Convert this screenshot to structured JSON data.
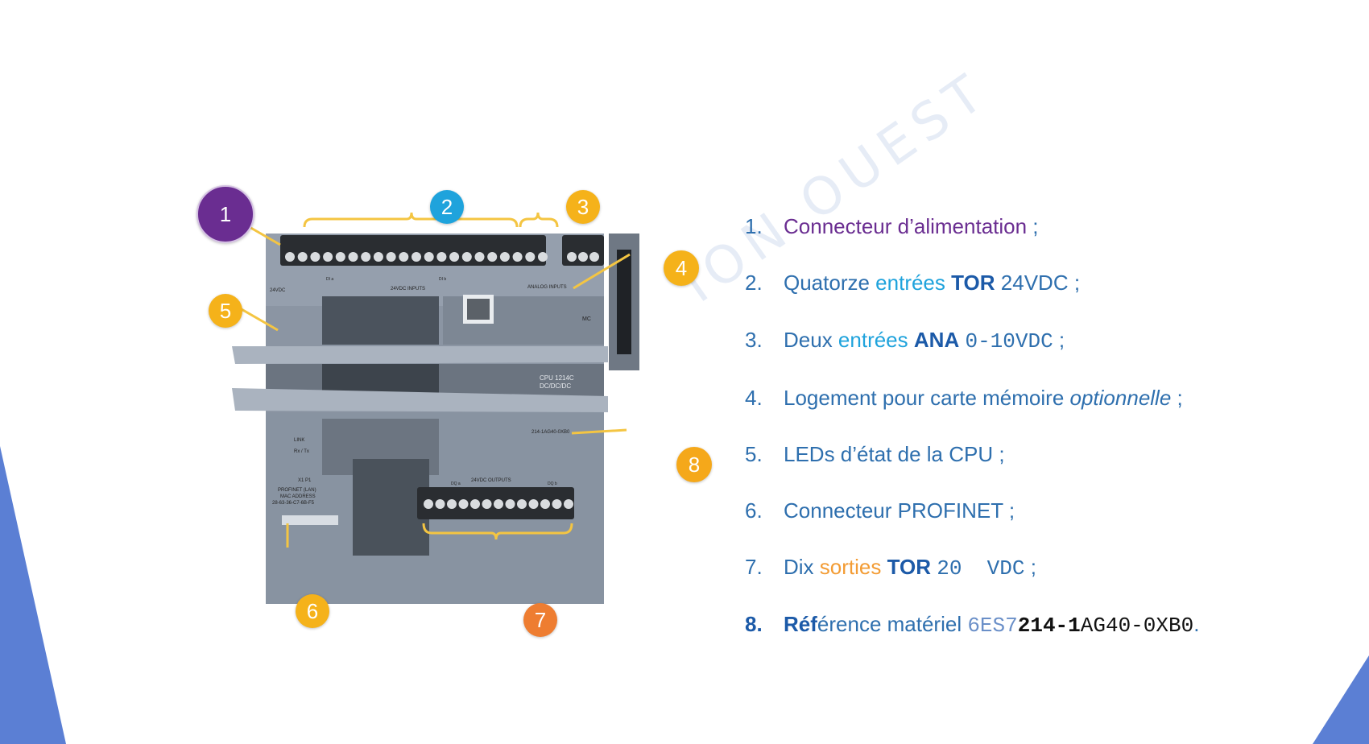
{
  "watermark": "ION OUEST",
  "colors": {
    "text_blue": "#2e6fae",
    "purple": "#6a2d91",
    "cyan": "#1fa3dc",
    "orange": "#f39c34",
    "bold_blue": "#1c5aa8",
    "corner_blue": "#5b7fd4"
  },
  "markers": [
    {
      "label": "1",
      "color": "#6a2d91"
    },
    {
      "label": "2",
      "color": "#1fa3dc"
    },
    {
      "label": "3",
      "color": "#f5b21a"
    },
    {
      "label": "4",
      "color": "#f5b21a"
    },
    {
      "label": "5",
      "color": "#f5b21a"
    },
    {
      "label": "6",
      "color": "#f5b21a"
    },
    {
      "label": "7",
      "color": "#ee7d31"
    },
    {
      "label": "8",
      "color": "#f5a81a"
    }
  ],
  "device_labels": {
    "power": "24VDC",
    "inputs": "24VDC INPUTS",
    "analog": "ANALOG INPUTS",
    "outputs": "24VDC OUTPUTS",
    "cpu_model": "CPU 1214C",
    "cpu_type": "DC/DC/DC",
    "link": "LINK",
    "rxtx": "Rx / Tx",
    "port": "X1 P1",
    "profinet": "PROFINET (LAN)",
    "mac_label": "MAC ADDRESS",
    "mac": "28-63-36-C7-6B-F5",
    "reference": "214-1AG40-0XB0",
    "mc": "MC",
    "di_a": "DI a",
    "di_b": "DI b",
    "dq_a": "DQ a",
    "dq_b": "DQ b"
  },
  "items": [
    {
      "num": "1.",
      "parts": [
        "Connecteur d’alimentation",
        " ;"
      ]
    },
    {
      "num": "2.",
      "parts": [
        "Quatorze ",
        "entrées",
        " ",
        "TOR",
        " ",
        "24VDC",
        " ;"
      ]
    },
    {
      "num": "3.",
      "parts": [
        "Deux ",
        "entrées",
        " ",
        "ANA",
        " ",
        "0-10VDC",
        " ;"
      ]
    },
    {
      "num": "4.",
      "parts": [
        "Logement pour carte mémoire ",
        "optionnelle",
        " ;"
      ]
    },
    {
      "num": "5.",
      "parts": [
        "LEDs d’état de la CPU ;"
      ]
    },
    {
      "num": "6.",
      "parts": [
        "Connecteur PROFINET ;"
      ]
    },
    {
      "num": "7.",
      "parts": [
        "Dix ",
        "sorties",
        " ",
        "TOR",
        " ",
        "20  VDC",
        " ;"
      ]
    },
    {
      "num": "8.",
      "parts": [
        "Réf",
        "érence matériel ",
        "6ES7",
        "214-1",
        "AG40-0XB0",
        "."
      ]
    }
  ]
}
